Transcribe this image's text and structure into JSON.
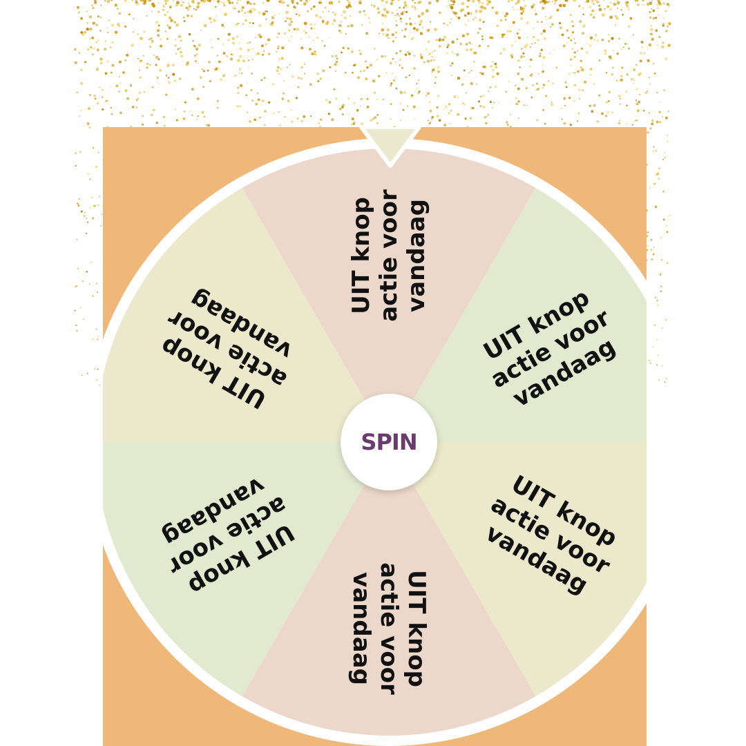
{
  "wheel": {
    "spin_label": "SPIN",
    "segments": [
      {
        "label": [
          "UIT knop",
          "actie voor",
          "vandaag"
        ],
        "color": "#ebd8cb"
      },
      {
        "label": [
          "UIT knop",
          "actie voor",
          "vandaag"
        ],
        "color": "#e1eacf"
      },
      {
        "label": [
          "UIT knop",
          "actie voor",
          "vandaag"
        ],
        "color": "#ece8cb"
      },
      {
        "label": [
          "UIT knop",
          "actie voor",
          "vandaag"
        ],
        "color": "#ebd8cb"
      },
      {
        "label": [
          "UIT knop",
          "actie voor",
          "vandaag"
        ],
        "color": "#e1eacf"
      },
      {
        "label": [
          "UIT knop",
          "actie voor",
          "vandaag"
        ],
        "color": "#ece8cb"
      }
    ]
  },
  "colors": {
    "background_panel": "#efb878",
    "wheel_rim": "#ffffff",
    "spin_text": "#6b3a6e",
    "pointer": "#eae8cd",
    "glitter": "#d4a017"
  }
}
